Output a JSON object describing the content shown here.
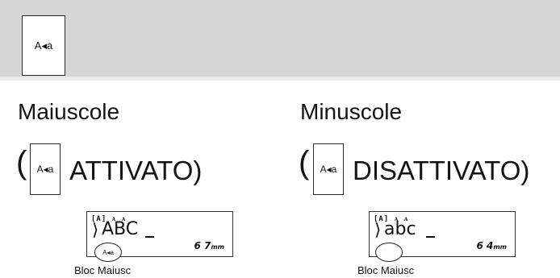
{
  "banner": {
    "key_label": "A◂a"
  },
  "left": {
    "heading": "Maiuscole",
    "paren_open": "(",
    "key_label": "A◂a",
    "state": "ATTIVATO)",
    "lcd": {
      "indicators": "[A] ᴀ ᴀ",
      "cursor_glyph": "⟩",
      "text": "ABC",
      "length_value": "6 7",
      "length_unit": "mm"
    },
    "callout_key": "A◂a",
    "callout_label": "Bloc Maiusc"
  },
  "right": {
    "heading": "Minuscole",
    "paren_open": "(",
    "key_label": "A◂a",
    "state": "DISATTIVATO)",
    "lcd": {
      "indicators": "[A] ᴀ ᴀ",
      "cursor_glyph": "⟩",
      "text": "abc",
      "length_value": "6 4",
      "length_unit": "mm"
    },
    "callout_key": "",
    "callout_label": "Bloc Maiusc"
  }
}
